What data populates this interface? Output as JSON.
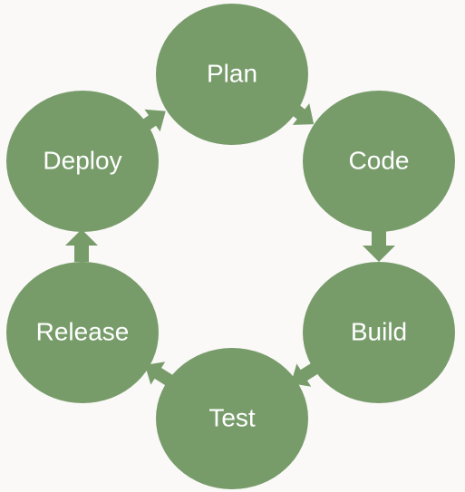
{
  "colors": {
    "background": "#fbf9f8",
    "node_fill": "#779c6a",
    "arrow_fill": "#779c6a",
    "label_color": "#ffffff"
  },
  "diagram": {
    "stages": [
      {
        "label": "Plan"
      },
      {
        "label": "Code"
      },
      {
        "label": "Build"
      },
      {
        "label": "Test"
      },
      {
        "label": "Release"
      },
      {
        "label": "Deploy"
      }
    ]
  }
}
